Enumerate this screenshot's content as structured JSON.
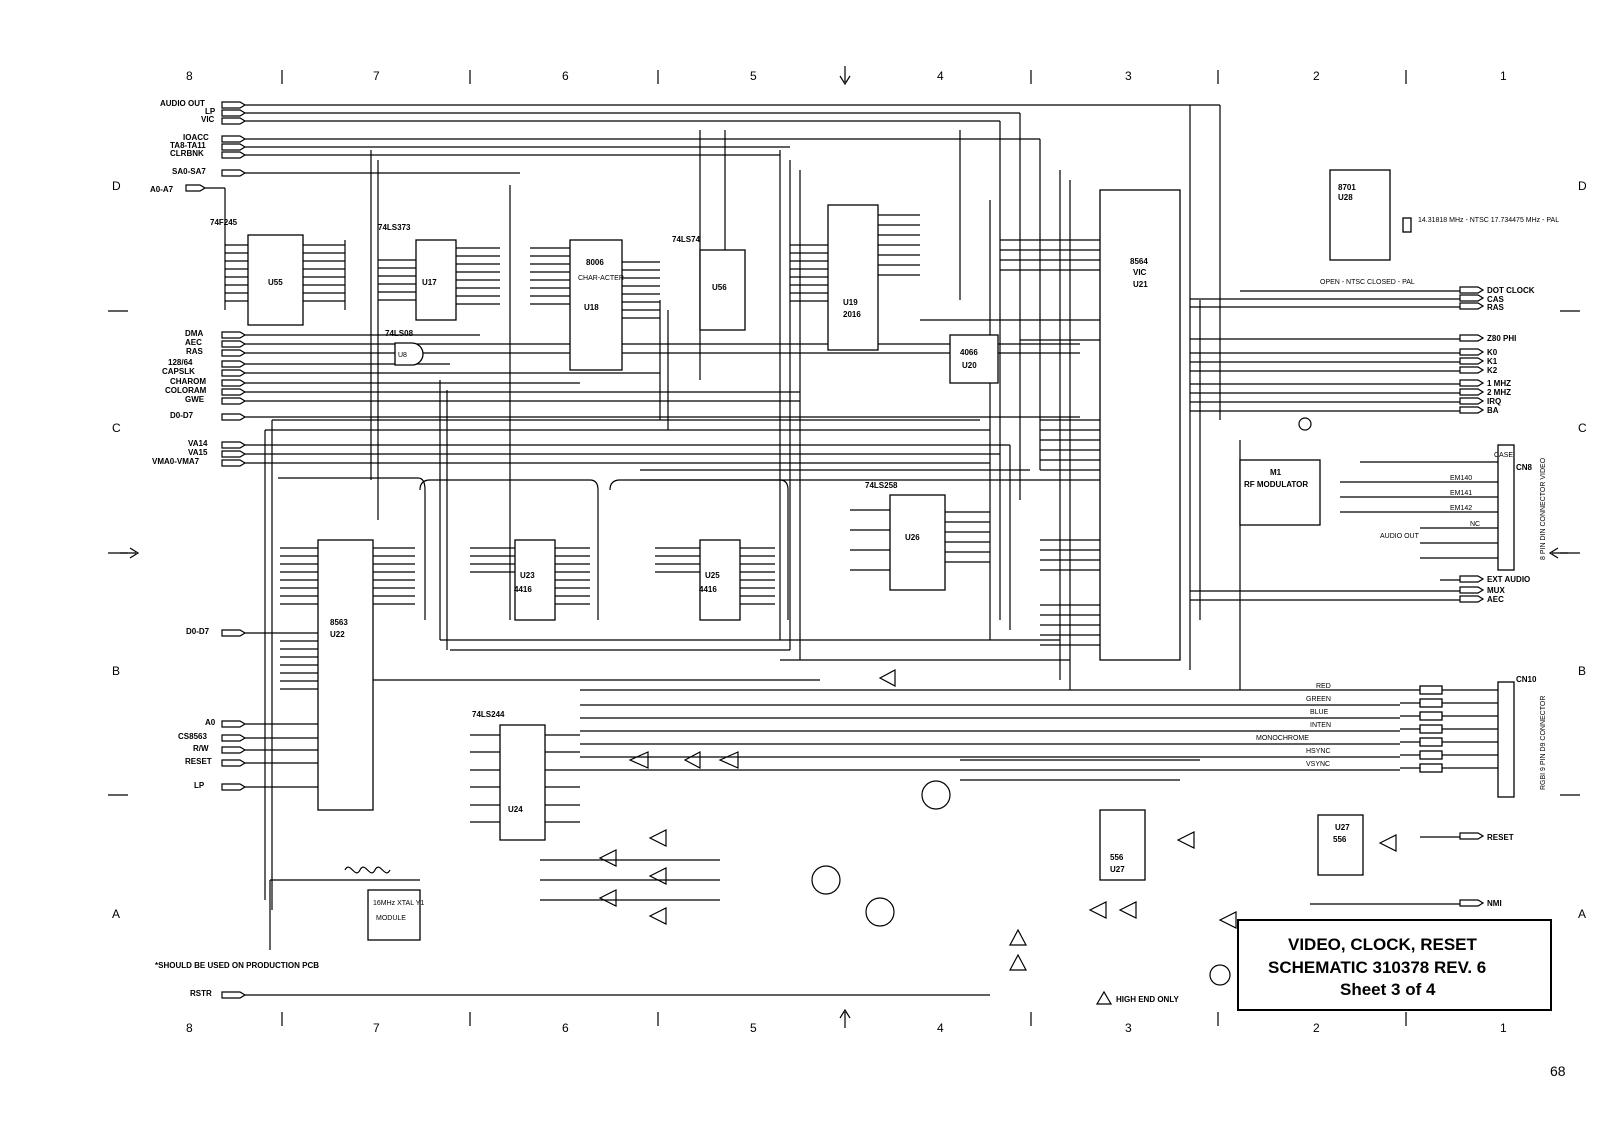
{
  "zones": {
    "top": [
      "8",
      "7",
      "6",
      "5",
      "4",
      "3",
      "2",
      "1"
    ],
    "bottom": [
      "8",
      "7",
      "6",
      "5",
      "4",
      "3",
      "2",
      "1"
    ],
    "left": [
      "D",
      "C",
      "B",
      "A"
    ],
    "right": [
      "D",
      "C",
      "B",
      "A"
    ]
  },
  "title_block": {
    "line1": "VIDEO, CLOCK, RESET",
    "line2": "SCHEMATIC 310378 REV. 6",
    "line3": "Sheet 3 of 4"
  },
  "page_number": "68",
  "notes": {
    "production": "*SHOULD BE USED ON PRODUCTION PCB",
    "high_end": "HIGH END ONLY"
  },
  "left_signals": [
    "AUDIO OUT",
    "LP",
    "VIC",
    "IOACC",
    "TA8-TA11",
    "CLRBNK",
    "SA0-SA7",
    "A0-A7",
    "DMA",
    "AEC",
    "RAS",
    "128/64",
    "CAPSLK",
    "CHAROM",
    "COLORAM",
    "GWE",
    "D0-D7",
    "VA14",
    "VA15",
    "VMA0-VMA7",
    "D0-D7",
    "A0",
    "CS8563",
    "R/W",
    "RESET",
    "LP",
    "RSTR"
  ],
  "right_signals": [
    "DOT CLOCK",
    "CAS",
    "RAS",
    "Z80 PHI",
    "K0",
    "K1",
    "K2",
    "1 MHZ",
    "2 MHZ",
    "IRQ",
    "BA",
    "EXT AUDIO",
    "MUX",
    "AEC",
    "RESET",
    "NMI"
  ],
  "chips": {
    "U55": {
      "name": "U55",
      "part": "74F245"
    },
    "U17": {
      "name": "U17",
      "part": "74LS373"
    },
    "U18": {
      "name": "U18",
      "part": "8006",
      "desc": "CHAR-ACTER"
    },
    "U56": {
      "name": "U56",
      "part": "74LS74"
    },
    "U19": {
      "name": "U19",
      "part": "2016"
    },
    "U21": {
      "name": "U21",
      "part": "8564",
      "desc": "VIC"
    },
    "U20": {
      "name": "U20",
      "part": "4066"
    },
    "U28": {
      "name": "U28",
      "part": "8701"
    },
    "U26": {
      "name": "U26",
      "part": "74LS258"
    },
    "U22": {
      "name": "U22",
      "part": "8563"
    },
    "U23": {
      "name": "U23",
      "part": "4416"
    },
    "U25": {
      "name": "U25",
      "part": "4416"
    },
    "U24": {
      "name": "U24",
      "part": "74LS244"
    },
    "U27": {
      "name": "U27",
      "part": "556"
    },
    "U8": {
      "name": "U8",
      "part": "74LS08"
    },
    "MOD": {
      "name": "M1",
      "part": "RF MODULATOR"
    },
    "XTAL": {
      "name": "16MHz XTAL Y1",
      "part": "MODULE"
    }
  },
  "connectors": {
    "cn8": {
      "name": "CN8",
      "desc": "8 PIN DIN CONNECTOR VIDEO",
      "signals": [
        "CASE",
        "EM140",
        "EM141",
        "EM142",
        "NC",
        "AUDIO OUT",
        "EXT AUDIO"
      ]
    },
    "cn10": {
      "name": "CN10",
      "desc": "RGBI 9 PIN D9 CONNECTOR",
      "signals": [
        "RED",
        "GREEN",
        "BLUE",
        "INTEN",
        "MONOCHROME",
        "HSYNC",
        "VSYNC"
      ]
    }
  },
  "crystal": {
    "desc": "14.31818 MHz - NTSC 17.734475 MHz - PAL",
    "jumper": "OPEN - NTSC CLOSED - PAL"
  }
}
